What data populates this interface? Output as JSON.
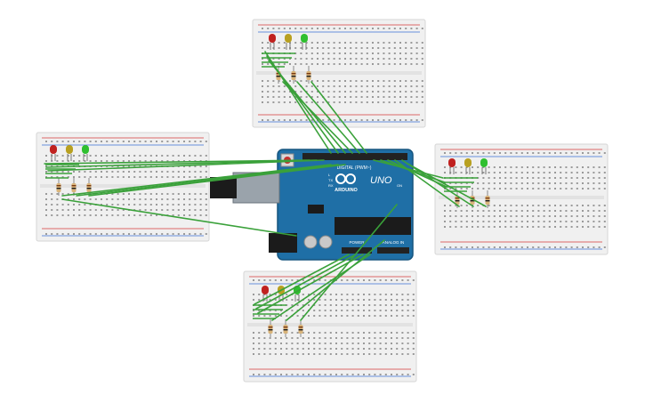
{
  "circuit": {
    "arduino": {
      "brand_label": "ARDUINO",
      "model_label": "UNO",
      "digital_label": "DIGITAL (PWM~)",
      "power_label": "POWER",
      "analog_label": "ANALOG IN",
      "tx_label": "TX",
      "rx_label": "RX",
      "on_label": "ON",
      "l_label": "L"
    },
    "breadboards": [
      {
        "id": "top",
        "leds": [
          "red",
          "yellow",
          "green"
        ]
      },
      {
        "id": "left",
        "leds": [
          "red",
          "yellow",
          "green"
        ]
      },
      {
        "id": "right",
        "leds": [
          "red",
          "yellow",
          "green"
        ]
      },
      {
        "id": "bottom",
        "leds": [
          "red",
          "yellow",
          "green"
        ]
      }
    ],
    "colors": {
      "wire": "#3aa13a",
      "board": "#1f6fa6",
      "breadboard": "#f0f0f0",
      "rail_red": "#d43a3a",
      "rail_blue": "#3a6fd4",
      "led_red": "#c0211f",
      "led_yellow": "#b8a020",
      "led_green": "#2fbf2f"
    }
  }
}
